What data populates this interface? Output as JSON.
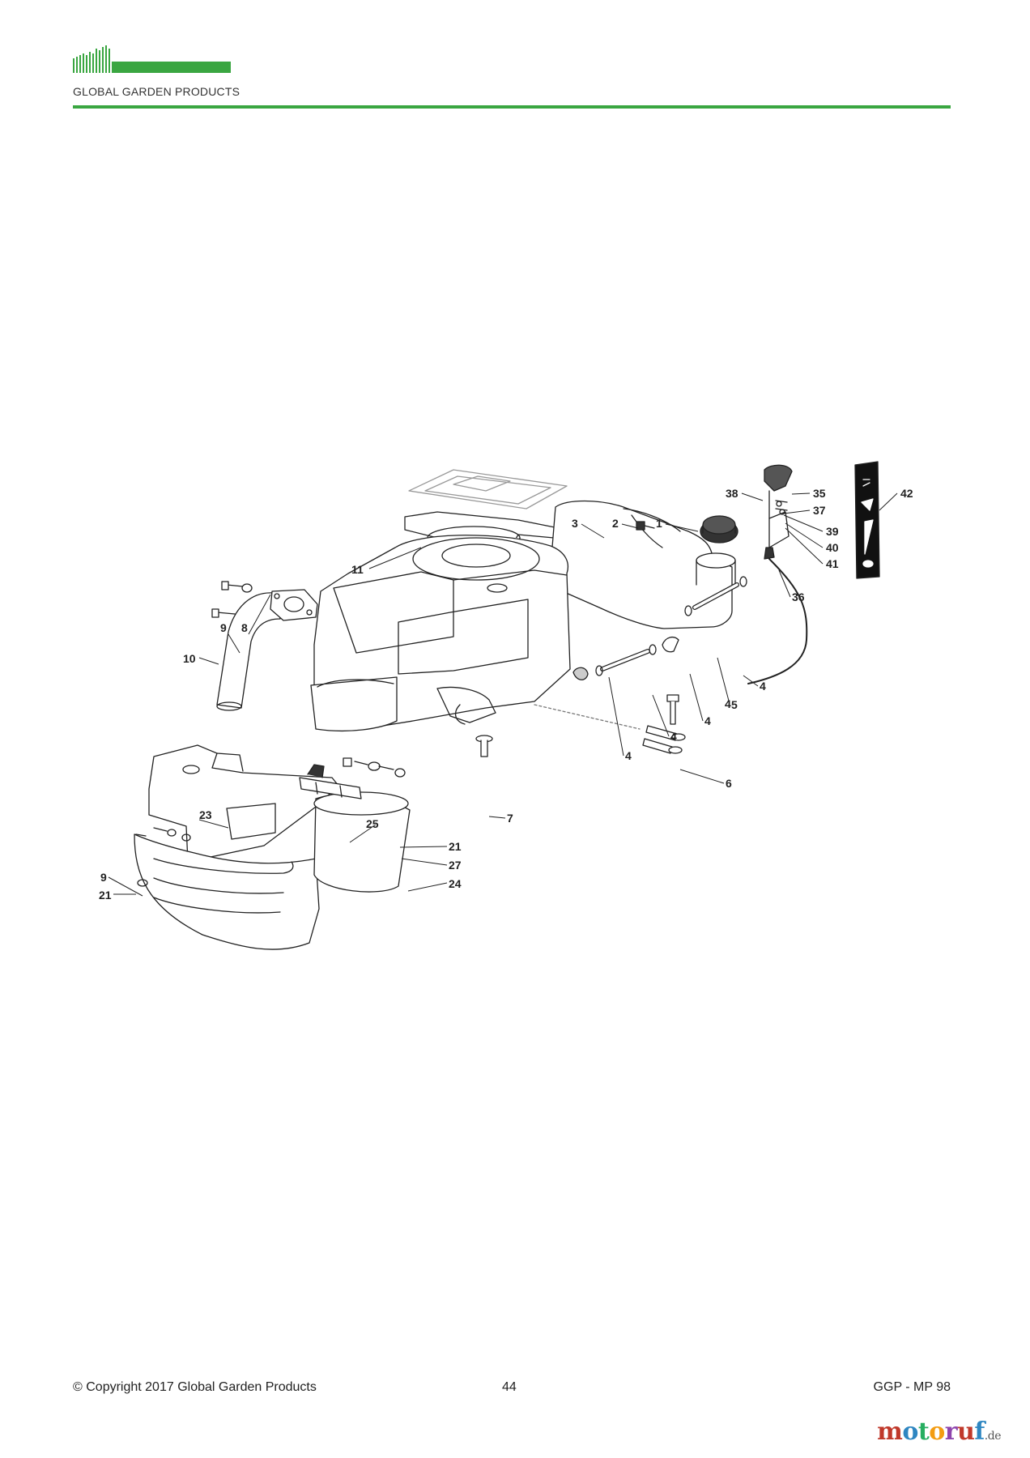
{
  "header": {
    "brand": "GLOBAL GARDEN PRODUCTS",
    "accent_color": "#3aa641"
  },
  "diagram": {
    "part_numbers": [
      "1",
      "2",
      "3",
      "4",
      "4",
      "4",
      "4",
      "4",
      "5",
      "6",
      "7",
      "8",
      "9",
      "9",
      "10",
      "11",
      "21",
      "21",
      "23",
      "24",
      "25",
      "27",
      "35",
      "36",
      "37",
      "38",
      "39",
      "40",
      "41",
      "42"
    ]
  },
  "footer": {
    "copyright": "© Copyright 2017 Global Garden Products",
    "page_number": "44",
    "doc_code": "GGP - MP 98"
  },
  "watermark": {
    "letters": [
      "m",
      "o",
      "t",
      "o",
      "r",
      "u",
      "f"
    ],
    "letter_colors": [
      "#c0392b",
      "#2e86c1",
      "#27ae60",
      "#f39c12",
      "#8e44ad",
      "#c0392b",
      "#2e86c1"
    ],
    "suffix": ".de"
  }
}
